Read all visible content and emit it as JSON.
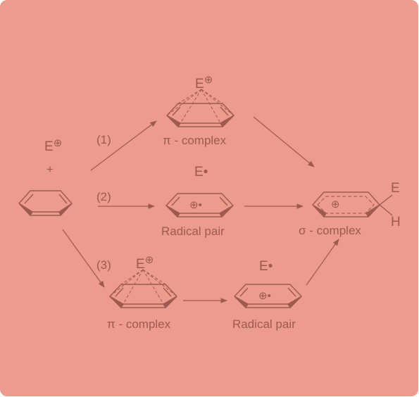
{
  "diagram": {
    "colors": {
      "background": "#ec9b8e",
      "ink": "#9e5a4f"
    },
    "reagent": {
      "electrophile": "E",
      "positive_symbol": "⊕",
      "radical_dot": "•",
      "plus": "+"
    },
    "pathways": {
      "p1": "(1)",
      "p2": "(2)",
      "p3": "(3)"
    },
    "species": {
      "pi_complex": "π - complex",
      "radical_pair": "Radical pair",
      "sigma_complex": "σ - complex"
    },
    "substituents": {
      "e": "E",
      "h": "H"
    }
  }
}
